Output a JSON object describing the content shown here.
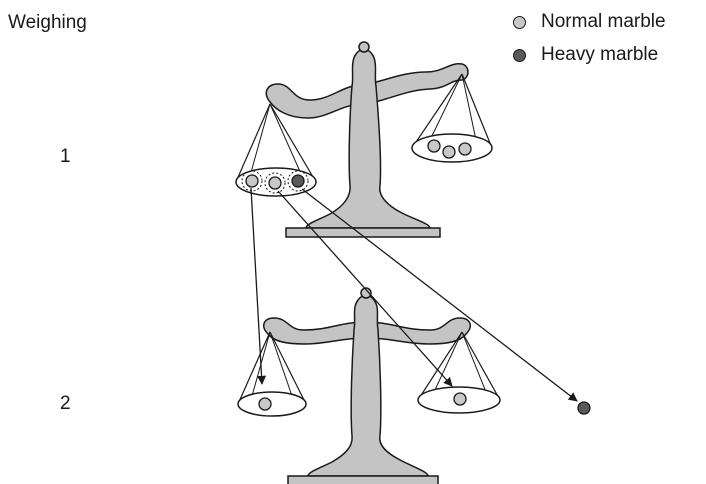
{
  "title": "Weighing",
  "rows": [
    "1",
    "2"
  ],
  "legend": [
    {
      "label": "Normal marble",
      "color": "#c8c8c8"
    },
    {
      "label": "Heavy marble",
      "color": "#5a5a5a"
    }
  ],
  "colors": {
    "scale": "#c4c4c4",
    "ink": "#1a1a1a",
    "normal_marble": "#c8c8c8",
    "heavy_marble": "#5a5a5a"
  }
}
